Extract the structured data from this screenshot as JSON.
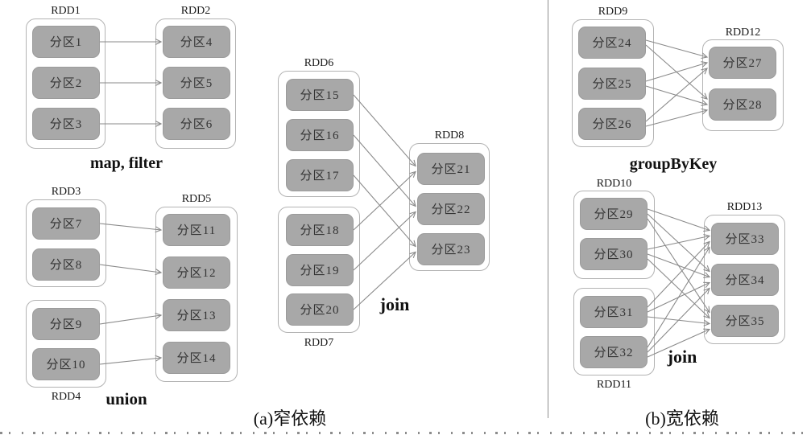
{
  "captions": {
    "a": "(a)窄依赖",
    "b": "(b)宽依赖"
  },
  "operations": {
    "map_filter": "map, filter",
    "union": "union",
    "join_narrow": "join",
    "group_by_key": "groupByKey",
    "join_wide": "join"
  },
  "rdd_labels": {
    "rdd1": "RDD1",
    "rdd2": "RDD2",
    "rdd3": "RDD3",
    "rdd4": "RDD4",
    "rdd5": "RDD5",
    "rdd6": "RDD6",
    "rdd7": "RDD7",
    "rdd8": "RDD8",
    "rdd9": "RDD9",
    "rdd10": "RDD10",
    "rdd11": "RDD11",
    "rdd12": "RDD12",
    "rdd13": "RDD13"
  },
  "partitions": {
    "p1": "分区1",
    "p2": "分区2",
    "p3": "分区3",
    "p4": "分区4",
    "p5": "分区5",
    "p6": "分区6",
    "p7": "分区7",
    "p8": "分区8",
    "p9": "分区9",
    "p10": "分区10",
    "p11": "分区11",
    "p12": "分区12",
    "p13": "分区13",
    "p14": "分区14",
    "p15": "分区15",
    "p16": "分区16",
    "p17": "分区17",
    "p18": "分区18",
    "p19": "分区19",
    "p20": "分区20",
    "p21": "分区21",
    "p22": "分区22",
    "p23": "分区23",
    "p24": "分区24",
    "p25": "分区25",
    "p26": "分区26",
    "p27": "分区27",
    "p28": "分区28",
    "p29": "分区29",
    "p30": "分区30",
    "p31": "分区31",
    "p32": "分区32",
    "p33": "分区33",
    "p34": "分区34",
    "p35": "分区35"
  },
  "edges": [
    [
      "p1",
      "p4"
    ],
    [
      "p2",
      "p5"
    ],
    [
      "p3",
      "p6"
    ],
    [
      "p7",
      "p11"
    ],
    [
      "p8",
      "p12"
    ],
    [
      "p9",
      "p13"
    ],
    [
      "p10",
      "p14"
    ],
    [
      "p15",
      "p21"
    ],
    [
      "p16",
      "p22"
    ],
    [
      "p17",
      "p23"
    ],
    [
      "p18",
      "p21"
    ],
    [
      "p19",
      "p22"
    ],
    [
      "p20",
      "p23"
    ],
    [
      "p24",
      "p27"
    ],
    [
      "p24",
      "p28"
    ],
    [
      "p25",
      "p27"
    ],
    [
      "p25",
      "p28"
    ],
    [
      "p26",
      "p27"
    ],
    [
      "p26",
      "p28"
    ],
    [
      "p29",
      "p33"
    ],
    [
      "p29",
      "p34"
    ],
    [
      "p29",
      "p35"
    ],
    [
      "p30",
      "p33"
    ],
    [
      "p30",
      "p34"
    ],
    [
      "p30",
      "p35"
    ],
    [
      "p31",
      "p33"
    ],
    [
      "p31",
      "p34"
    ],
    [
      "p31",
      "p35"
    ],
    [
      "p32",
      "p33"
    ],
    [
      "p32",
      "p34"
    ],
    [
      "p32",
      "p35"
    ]
  ],
  "colors": {
    "partition_fill": "#a8a8a8",
    "partition_text": "#333333",
    "box_border": "#b3b3b3",
    "arrow": "#8a8a8a",
    "divider": "#8f8f8f"
  }
}
